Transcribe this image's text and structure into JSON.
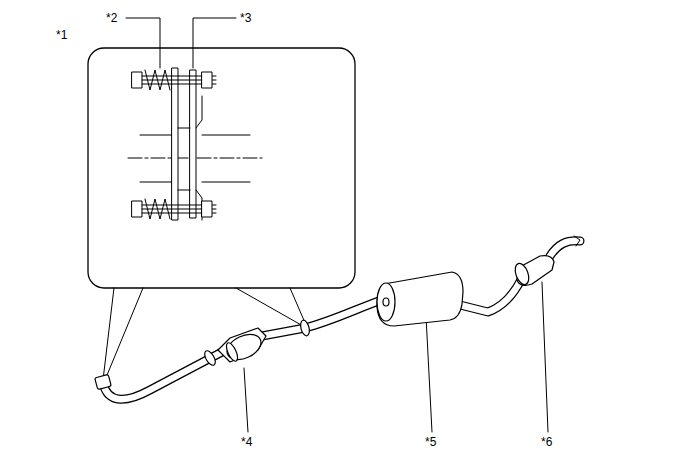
{
  "diagram": {
    "labels": [
      "*1",
      "*2",
      "*3",
      "*4",
      "*5",
      "*6"
    ]
  }
}
